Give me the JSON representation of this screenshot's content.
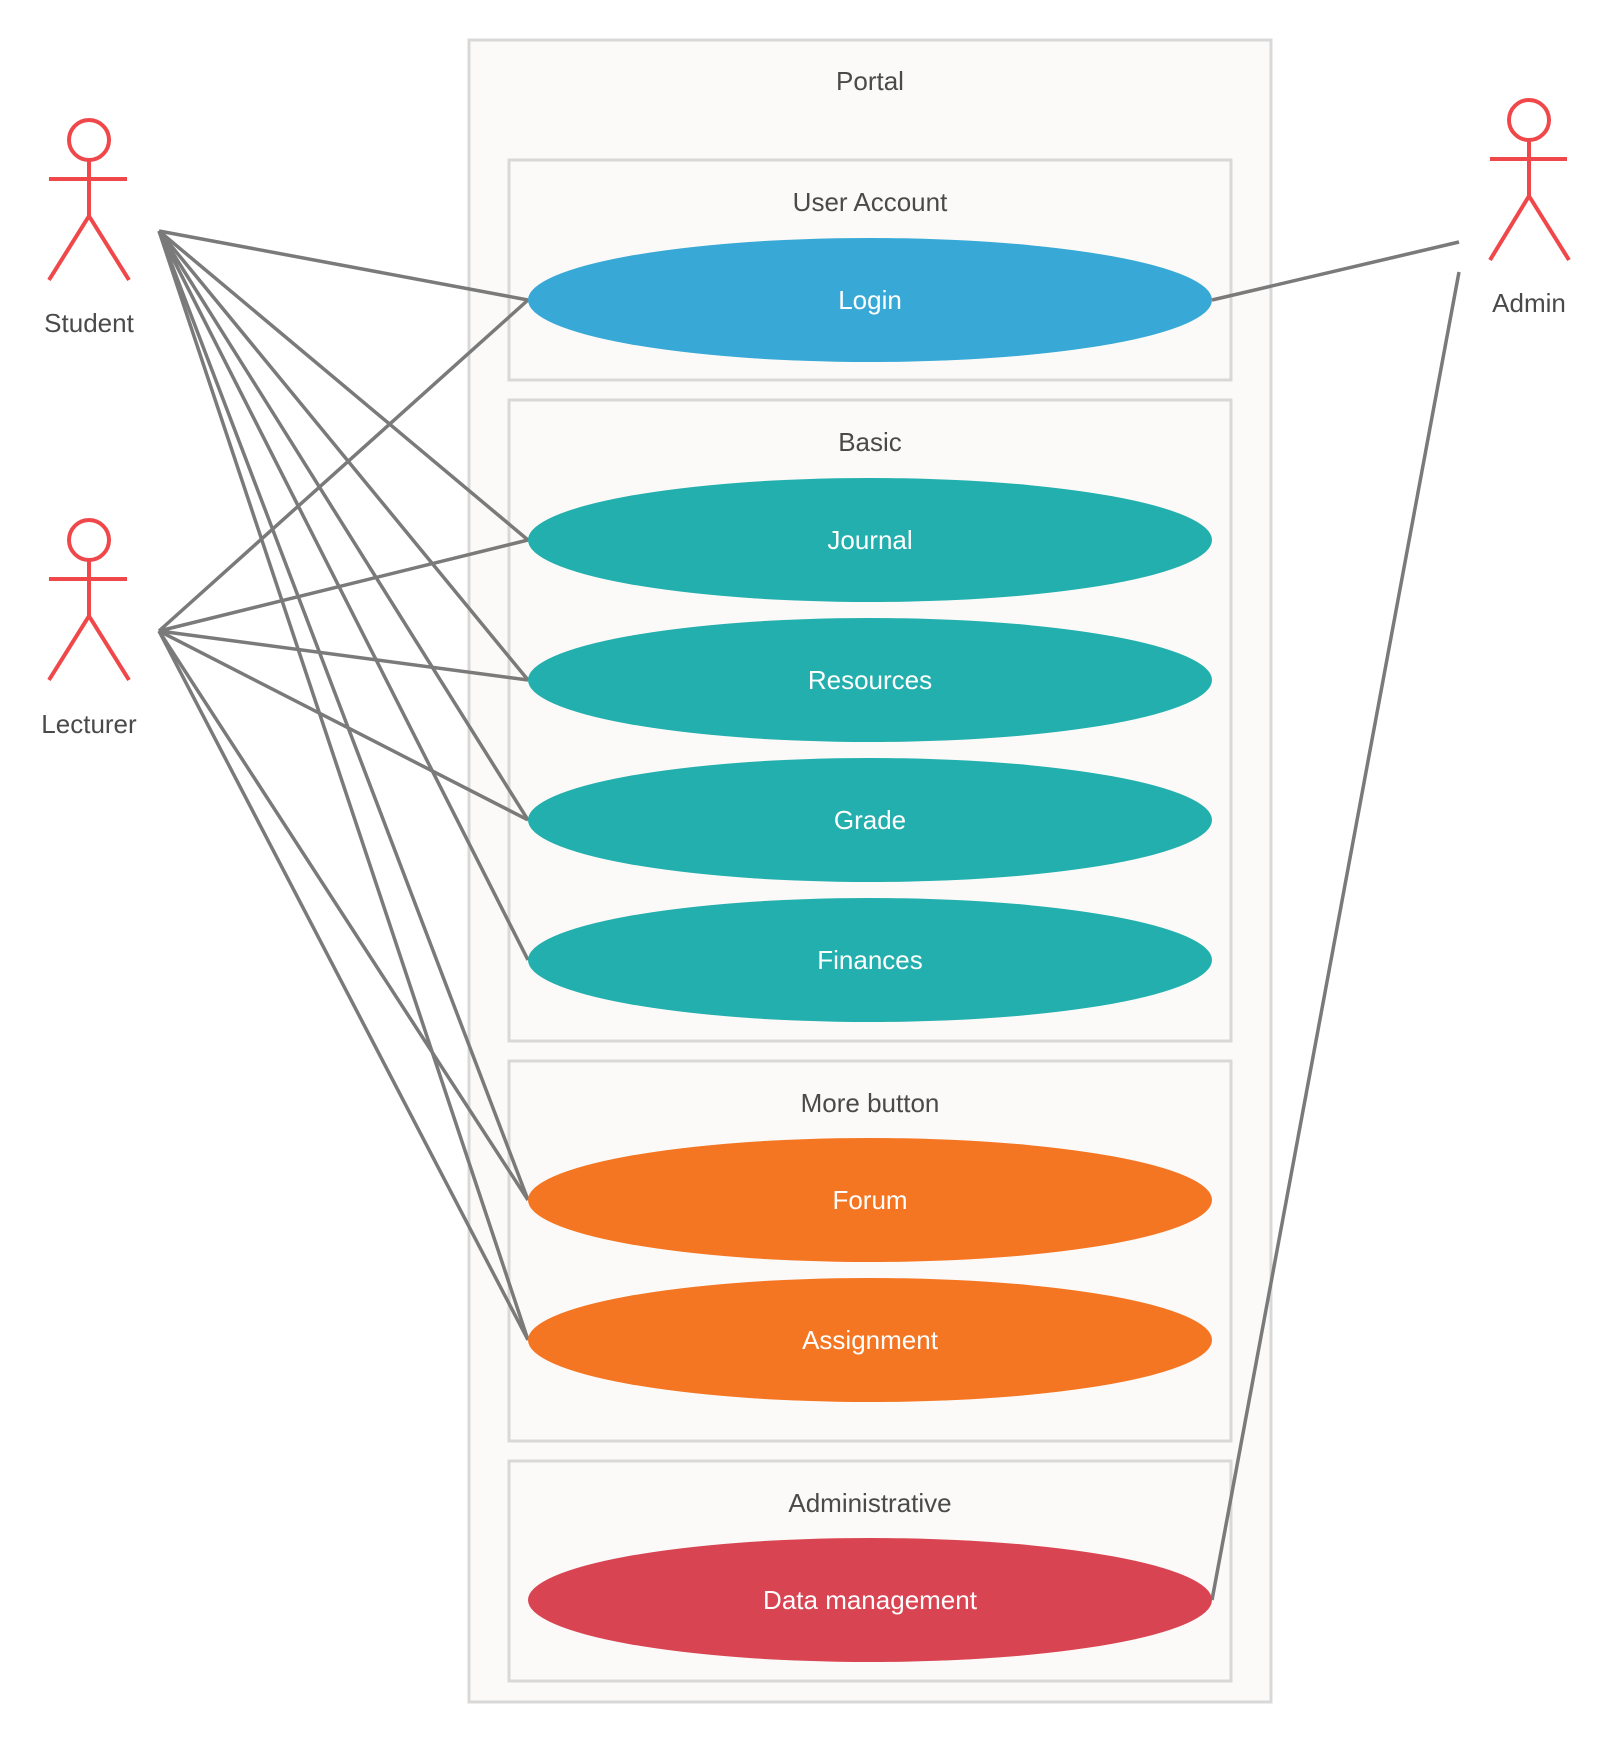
{
  "diagram": {
    "system": {
      "title": "Portal"
    },
    "packages": [
      {
        "id": "user-account",
        "title": "User Account"
      },
      {
        "id": "basic",
        "title": "Basic"
      },
      {
        "id": "more-button",
        "title": "More button"
      },
      {
        "id": "administrative",
        "title": "Administrative"
      }
    ],
    "use_cases": [
      {
        "id": "login",
        "label": "Login",
        "package": "user-account",
        "color": "#38a9d6"
      },
      {
        "id": "journal",
        "label": "Journal",
        "package": "basic",
        "color": "#23afad"
      },
      {
        "id": "resources",
        "label": "Resources",
        "package": "basic",
        "color": "#23afad"
      },
      {
        "id": "grade",
        "label": "Grade",
        "package": "basic",
        "color": "#23afad"
      },
      {
        "id": "finances",
        "label": "Finances",
        "package": "basic",
        "color": "#23afad"
      },
      {
        "id": "forum",
        "label": "Forum",
        "package": "more-button",
        "color": "#f47522"
      },
      {
        "id": "assignment",
        "label": "Assignment",
        "package": "more-button",
        "color": "#f47522"
      },
      {
        "id": "data-management",
        "label": "Data management",
        "package": "administrative",
        "color": "#d94452"
      }
    ],
    "actors": [
      {
        "id": "student",
        "label": "Student",
        "color": "#f0474a"
      },
      {
        "id": "lecturer",
        "label": "Lecturer",
        "color": "#f0474a"
      },
      {
        "id": "admin",
        "label": "Admin",
        "color": "#f0474a"
      }
    ],
    "associations": [
      {
        "actor": "student",
        "use_case": "login"
      },
      {
        "actor": "student",
        "use_case": "journal"
      },
      {
        "actor": "student",
        "use_case": "resources"
      },
      {
        "actor": "student",
        "use_case": "grade"
      },
      {
        "actor": "student",
        "use_case": "finances"
      },
      {
        "actor": "student",
        "use_case": "forum"
      },
      {
        "actor": "student",
        "use_case": "assignment"
      },
      {
        "actor": "lecturer",
        "use_case": "login"
      },
      {
        "actor": "lecturer",
        "use_case": "journal"
      },
      {
        "actor": "lecturer",
        "use_case": "resources"
      },
      {
        "actor": "lecturer",
        "use_case": "grade"
      },
      {
        "actor": "lecturer",
        "use_case": "forum"
      },
      {
        "actor": "lecturer",
        "use_case": "assignment"
      },
      {
        "actor": "admin",
        "use_case": "login"
      },
      {
        "actor": "admin",
        "use_case": "data-management"
      }
    ]
  }
}
